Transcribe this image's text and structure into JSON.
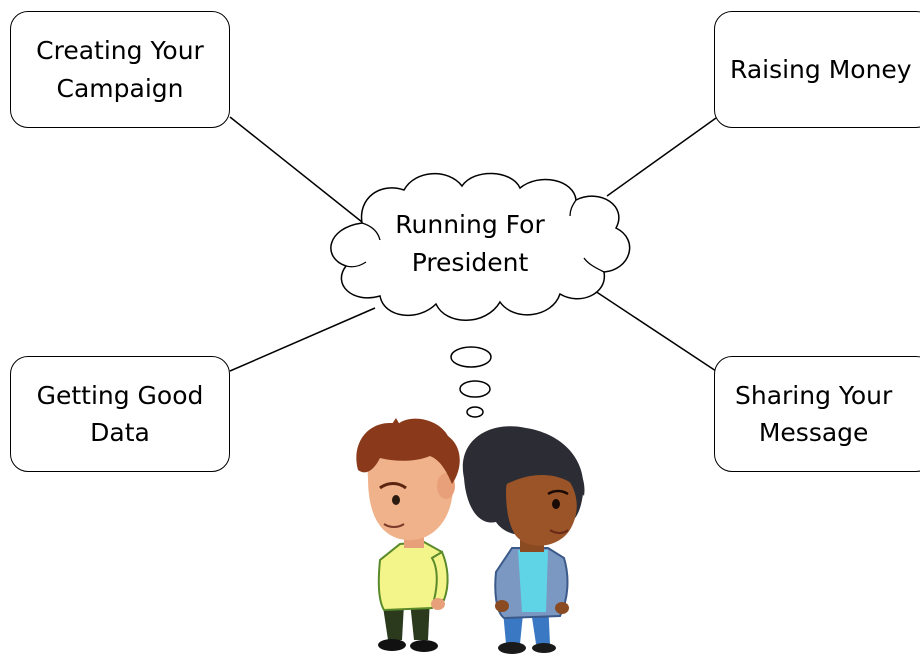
{
  "center": {
    "line1": "Running For",
    "line2": "President"
  },
  "topics": {
    "creating": {
      "line1": "Creating Your",
      "line2": "Campaign"
    },
    "raising": {
      "line1": "Raising Money"
    },
    "getting": {
      "line1": "Getting Good",
      "line2": "Data"
    },
    "sharing": {
      "line1": "Sharing Your",
      "line2": "Message"
    }
  },
  "colors": {
    "stroke": "#000000",
    "background": "#ffffff",
    "shirt_left": "#f3f58a",
    "shirt_right": "#5fd4e6",
    "jacket_right": "#7b98c2"
  },
  "illustration": {
    "characters": [
      "boy-character",
      "girl-character"
    ]
  }
}
